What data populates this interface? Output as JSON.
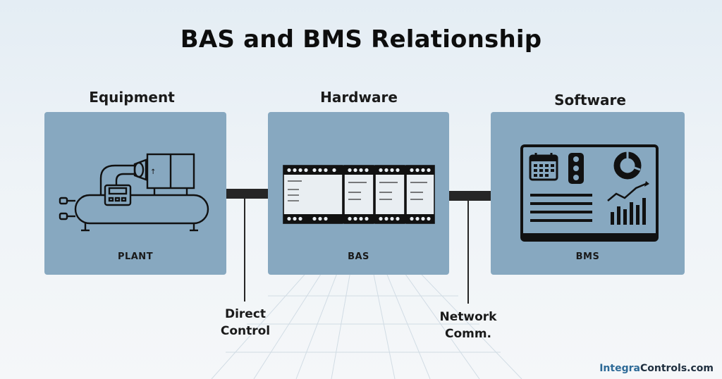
{
  "title": "BAS and BMS Relationship",
  "columns": [
    {
      "heading": "Equipment",
      "label": "PLANT",
      "icon": "chiller-plant-icon"
    },
    {
      "heading": "Hardware",
      "label": "BAS",
      "icon": "controller-modules-icon"
    },
    {
      "heading": "Software",
      "label": "BMS",
      "icon": "dashboard-monitor-icon"
    }
  ],
  "connectors": [
    {
      "line1": "Direct",
      "line2": "Control"
    },
    {
      "line1": "Network",
      "line2": "Comm."
    }
  ],
  "footer": {
    "part1": "Integra",
    "part2": "Controls.com"
  },
  "colors": {
    "box": "#87a8c0",
    "line": "#262626",
    "brand_blue": "#2d6a97"
  }
}
